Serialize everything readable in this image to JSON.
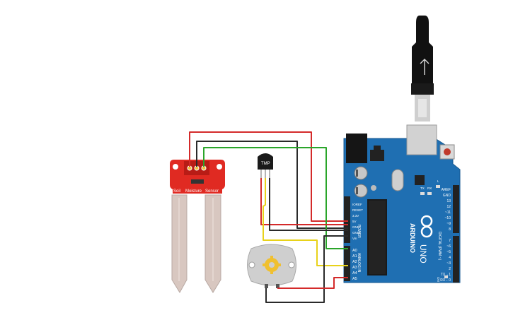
{
  "circuit": {
    "sensor": {
      "title_left": "Soil",
      "title_mid": "Moisture",
      "title_right": "Sensor"
    },
    "temp_sensor": {
      "label": "TMP"
    },
    "arduino": {
      "brand": "ARDUINO",
      "model": "UNO",
      "power_header": [
        "IOREF",
        "RESET",
        "3.3V",
        "5V",
        "GND",
        "GND",
        "Vin"
      ],
      "analog_header": [
        "A0",
        "A1",
        "A2",
        "A3",
        "A4",
        "A5"
      ],
      "power_section": "POWER",
      "analog_section": "ANALOG IN",
      "digital_top": [
        "AREF",
        "GND",
        "13",
        "12",
        "~11",
        "~10",
        "~9",
        "8"
      ],
      "digital_bottom": [
        "7",
        "~6",
        "~5",
        "4",
        "~3",
        "2",
        "TX→1",
        "RX←0"
      ],
      "digital_section": "DIGITAL (PWM ~)",
      "led_labels": [
        "TX",
        "RX",
        "L"
      ],
      "on_label": "ON"
    },
    "colors": {
      "wire_red": "#d42a2a",
      "wire_black": "#2a2a2a",
      "wire_green": "#2aa52a",
      "wire_yellow": "#e8d21a",
      "board_blue": "#1f6fb2",
      "sensor_red": "#e02a22"
    }
  }
}
